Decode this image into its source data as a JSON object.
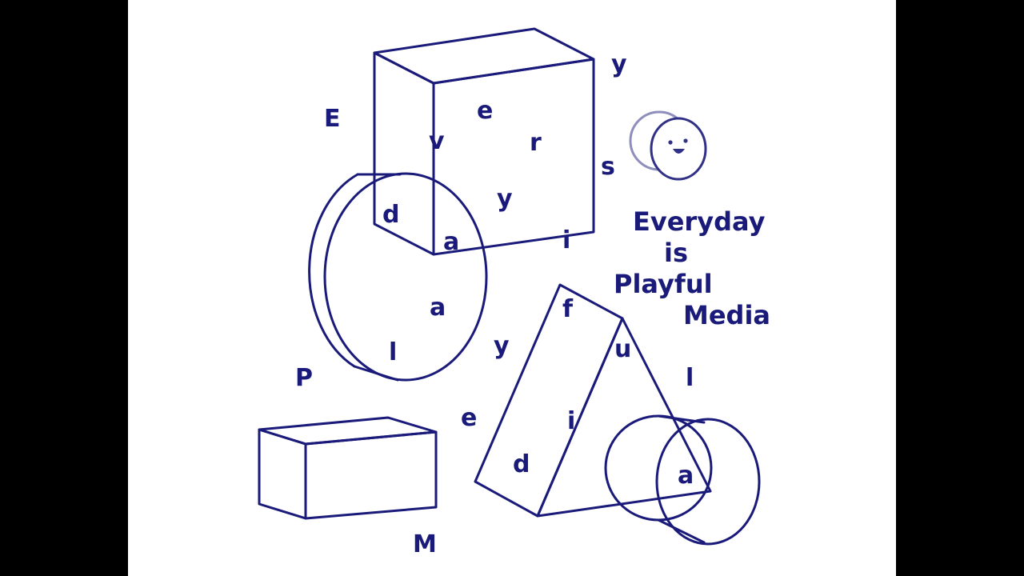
{
  "title": {
    "lines": [
      "Everyday",
      "is",
      "Playful",
      "Media"
    ]
  },
  "scattered_letters": [
    "E",
    "v",
    "e",
    "r",
    "y",
    "s",
    "d",
    "a",
    "y",
    "i",
    "a",
    "l",
    "P",
    "y",
    "f",
    "u",
    "l",
    "i",
    "e",
    "d",
    "a",
    "M"
  ],
  "colors": {
    "ink": "#1a1a7a",
    "paper": "#ffffff",
    "letterbox": "#000000"
  },
  "icons": {
    "mascot": "smiling-cylinder-face-icon"
  }
}
